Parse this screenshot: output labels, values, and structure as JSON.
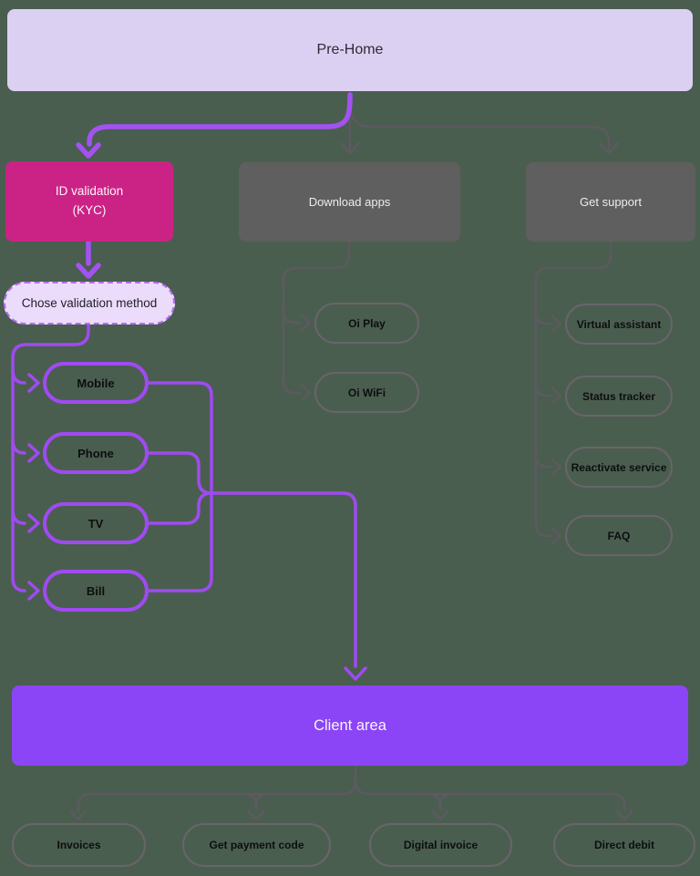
{
  "colors": {
    "background": "#4A5E4F",
    "purple_accent": "#A04AF2",
    "magenta": "#CB2385",
    "lavender_fill": "#DCD0F2",
    "lavender_light_fill": "#ECDCFC",
    "dashed_border": "#BA6CF6",
    "gray_box": "#5F5F5F",
    "gray_line": "#5D5961",
    "gray_pill_border": "#69646B",
    "client_area_purple": "#8B45F6"
  },
  "nodes": {
    "pre_home": "Pre-Home",
    "id_validation_line1": "ID validation",
    "id_validation_line2": "(KYC)",
    "download_apps": "Download apps",
    "get_support": "Get support",
    "chose_validation": "Chose validation method",
    "validation_methods": [
      "Mobile",
      "Phone",
      "TV",
      "Bill"
    ],
    "apps": [
      "Oi Play",
      "Oi WiFi"
    ],
    "support_options": [
      "Virtual assistant",
      "Status tracker",
      "Reactivate service",
      "FAQ"
    ],
    "client_area": "Client area",
    "client_options": [
      "Invoices",
      "Get payment code",
      "Digital invoice",
      "Direct debit"
    ]
  }
}
